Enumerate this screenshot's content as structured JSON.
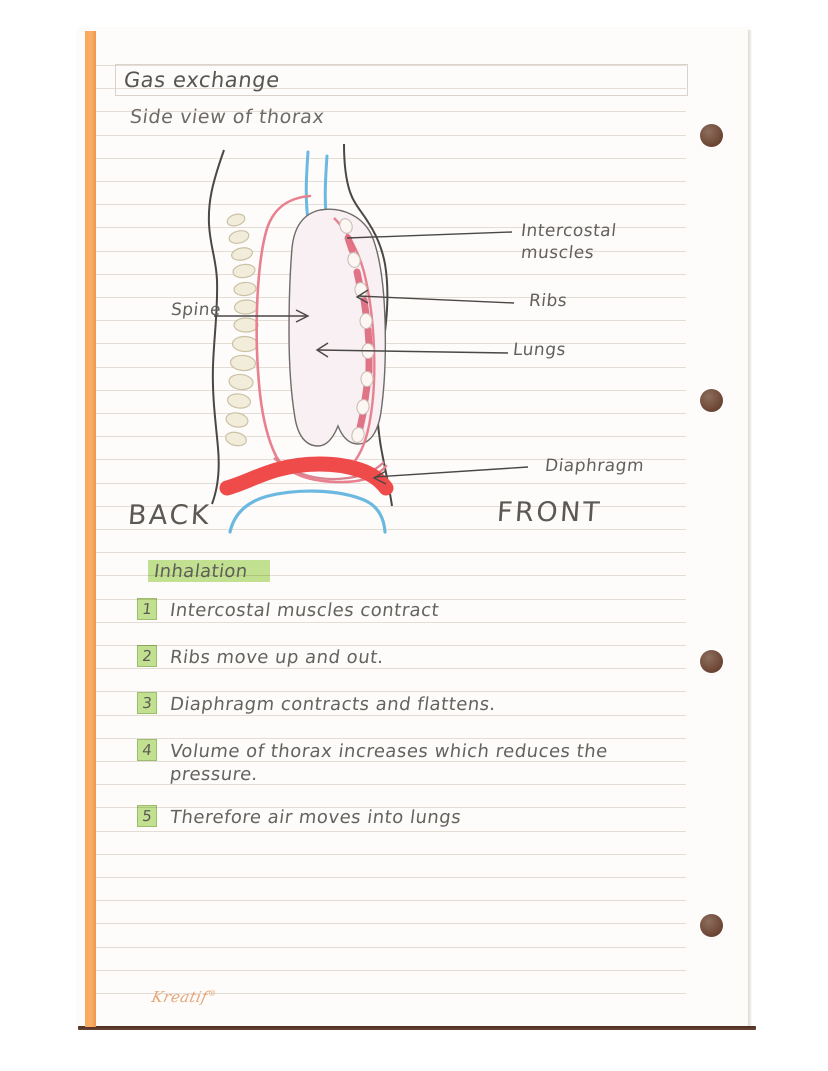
{
  "page": {
    "paper_color": "#fdfcfa",
    "margin_stripe_color": "#f9b067",
    "rule_color": "#e3ddd6",
    "hole_color": "#6b4433",
    "highlight_color": "#c3e493",
    "pencil_color": "#65625f"
  },
  "notes": {
    "title": "Gas exchange",
    "subtitle": "Side view of thorax"
  },
  "diagram": {
    "name": "side-view-of-thorax",
    "orientation_left": "BACK",
    "orientation_right": "FRONT",
    "labels": [
      {
        "id": "spine",
        "text": "Spine"
      },
      {
        "id": "intercostal-muscles",
        "line1": "Intercostal",
        "line2": "muscles"
      },
      {
        "id": "ribs",
        "text": "Ribs"
      },
      {
        "id": "lungs",
        "text": "Lungs"
      },
      {
        "id": "diaphragm",
        "text": "Diaphragm"
      }
    ],
    "colors": {
      "body_outline": "#4a4745",
      "ribcage": "#e8808f",
      "lung_fill": "#f7eef2",
      "vertebra": "#efe8d4",
      "intercostal": "#e06b7e",
      "diaphragm": "#ef4b4b",
      "trachea": "#6bb9e0"
    }
  },
  "section": {
    "heading": "Inhalation",
    "steps": [
      {
        "number": "1",
        "text": "Intercostal muscles contract"
      },
      {
        "number": "2",
        "text": "Ribs move up and out."
      },
      {
        "number": "3",
        "text": "Diaphragm contracts and flattens."
      },
      {
        "number": "4",
        "line1": "Volume of thorax increases which reduces the",
        "line2": "pressure."
      },
      {
        "number": "5",
        "text": "Therefore air moves into lungs"
      }
    ]
  },
  "footer": {
    "brand": "Kreatif"
  }
}
